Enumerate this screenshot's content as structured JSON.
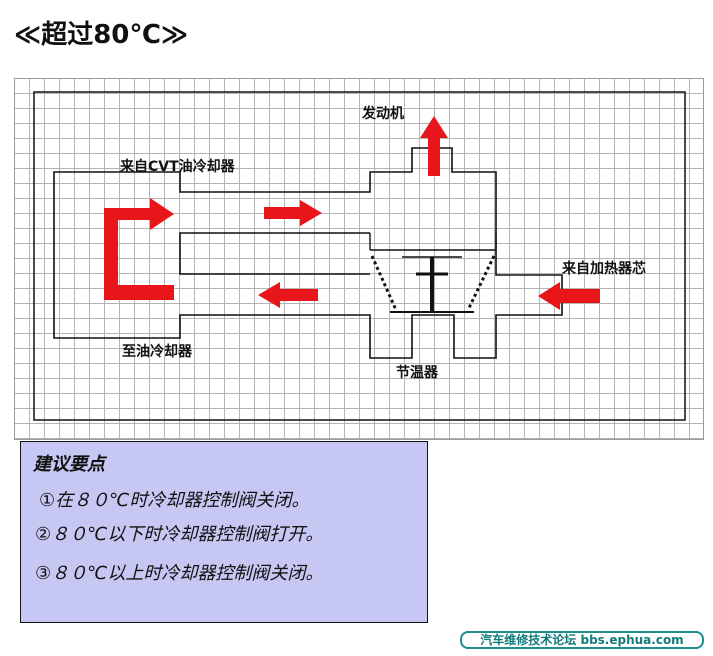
{
  "title": "≪超过80℃≫",
  "labels": {
    "engine": "发动机",
    "from_cvt": "来自CVT油冷却器",
    "to_cooler": "至油冷却器",
    "from_heater": "来自加热器芯",
    "thermostat": "节温器"
  },
  "notes": {
    "heading": "建议要点",
    "items": [
      "①在８０℃时冷却器控制阀关闭。",
      "②８０℃以下时冷却器控制阀打开。",
      "③８０℃以上时冷却器控制阀关闭。"
    ]
  },
  "watermark": "汽车维修技术论坛 bbs.ephua.com",
  "colors": {
    "arrow": "#e8161b",
    "notes_bg": "#c7c7f4",
    "watermark": "#1f8c8c"
  }
}
